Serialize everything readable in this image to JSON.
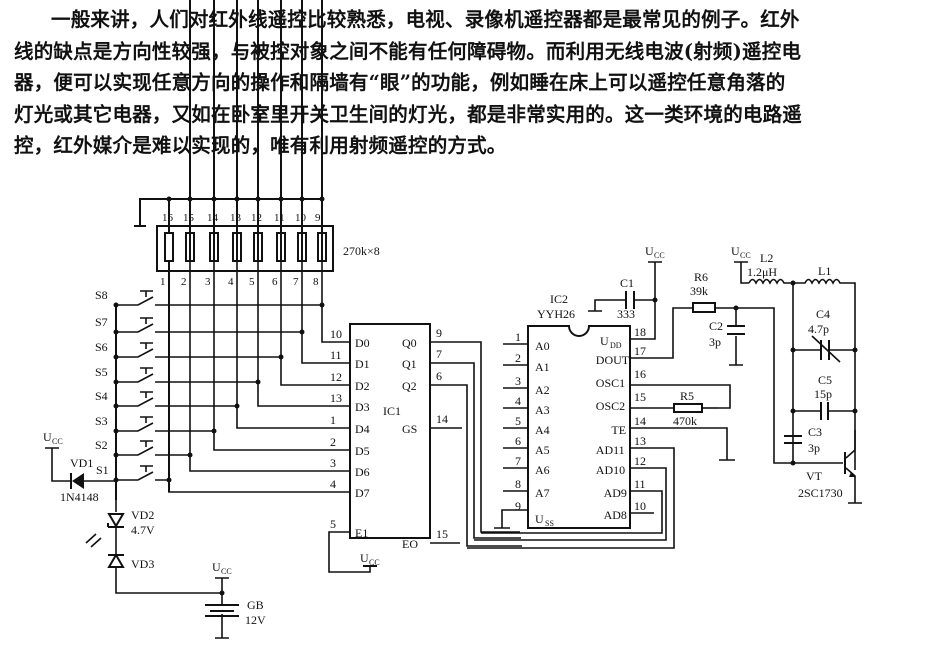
{
  "description": {
    "lines": [
      "一般来讲，人们对红外线遥控比较熟悉，电视、录像机遥控器都是最常见的例子。红外",
      "线的缺点是方向性较强，与被控对象之间不能有任何障碍物。而利用无线电波(射频)遥控电",
      "器，便可以实现任意方向的操作和隔墙有“眼”的功能，例如睡在床上可以遥控任意角落的",
      "灯光或其它电器，又如在卧室里开关卫生间的灯光，都是非常实用的。这一类环境的电路遥",
      "控，红外媒介是难以实现的，唯有利用射频遥控的方式。"
    ]
  },
  "schematic": {
    "resistor_network": {
      "label": "270k×8",
      "top_pins": [
        "16",
        "15",
        "14",
        "13",
        "12",
        "11",
        "10",
        "9"
      ],
      "bottom_pins": [
        "1",
        "2",
        "3",
        "4",
        "5",
        "6",
        "7",
        "8"
      ]
    },
    "switches": [
      "S8",
      "S7",
      "S6",
      "S5",
      "S4",
      "S3",
      "S2",
      "S1"
    ],
    "ic1": {
      "name": "IC1",
      "left_pins": [
        {
          "num": "10",
          "label": "D0"
        },
        {
          "num": "11",
          "label": "D1"
        },
        {
          "num": "12",
          "label": "D2"
        },
        {
          "num": "13",
          "label": "D3"
        },
        {
          "num": "1",
          "label": "D4"
        },
        {
          "num": "2",
          "label": "D5"
        },
        {
          "num": "3",
          "label": "D6"
        },
        {
          "num": "4",
          "label": "D7"
        },
        {
          "num": "5",
          "label": "E1"
        }
      ],
      "right_pins": [
        {
          "num": "9",
          "label": "Q0"
        },
        {
          "num": "7",
          "label": "Q1"
        },
        {
          "num": "6",
          "label": "Q2"
        },
        {
          "num": "14",
          "label": "GS"
        },
        {
          "num": "15",
          "label": "EO"
        }
      ]
    },
    "ic2": {
      "name": "IC2",
      "part": "YYH26",
      "left_pins": [
        {
          "num": "1",
          "label": "A0"
        },
        {
          "num": "2",
          "label": "A1"
        },
        {
          "num": "3",
          "label": "A2"
        },
        {
          "num": "4",
          "label": "A3"
        },
        {
          "num": "5",
          "label": "A4"
        },
        {
          "num": "6",
          "label": "A5"
        },
        {
          "num": "7",
          "label": "A6"
        },
        {
          "num": "8",
          "label": "A7"
        },
        {
          "num": "9",
          "label": "USS"
        }
      ],
      "right_pins": [
        {
          "num": "18",
          "label": "UDD"
        },
        {
          "num": "17",
          "label": "DOUT"
        },
        {
          "num": "16",
          "label": "OSC1"
        },
        {
          "num": "15",
          "label": "OSC2"
        },
        {
          "num": "14",
          "label": "TE"
        },
        {
          "num": "13",
          "label": "AD11"
        },
        {
          "num": "12",
          "label": "AD10"
        },
        {
          "num": "11",
          "label": "AD9"
        },
        {
          "num": "10",
          "label": "AD8"
        }
      ]
    },
    "components": {
      "c1": {
        "name": "C1",
        "value": "333"
      },
      "c2": {
        "name": "C2",
        "value": "3p"
      },
      "c3": {
        "name": "C3",
        "value": "3p"
      },
      "c4": {
        "name": "C4",
        "value": "4.7p"
      },
      "c5": {
        "name": "C5",
        "value": "15p"
      },
      "r5": {
        "name": "R5",
        "value": "470k"
      },
      "r6": {
        "name": "R6",
        "value": "39k"
      },
      "l1": {
        "name": "L1"
      },
      "l2": {
        "name": "L2",
        "value": "1.2μH"
      },
      "vt": {
        "name": "VT",
        "value": "2SC1730"
      },
      "vd1": {
        "name": "VD1",
        "value": "1N4148"
      },
      "vd2": {
        "name": "VD2",
        "value": "4.7V"
      },
      "vd3": {
        "name": "VD3"
      },
      "gb": {
        "name": "GB",
        "value": "12V"
      }
    },
    "ucc_label": "U",
    "ucc_sub": "CC"
  }
}
